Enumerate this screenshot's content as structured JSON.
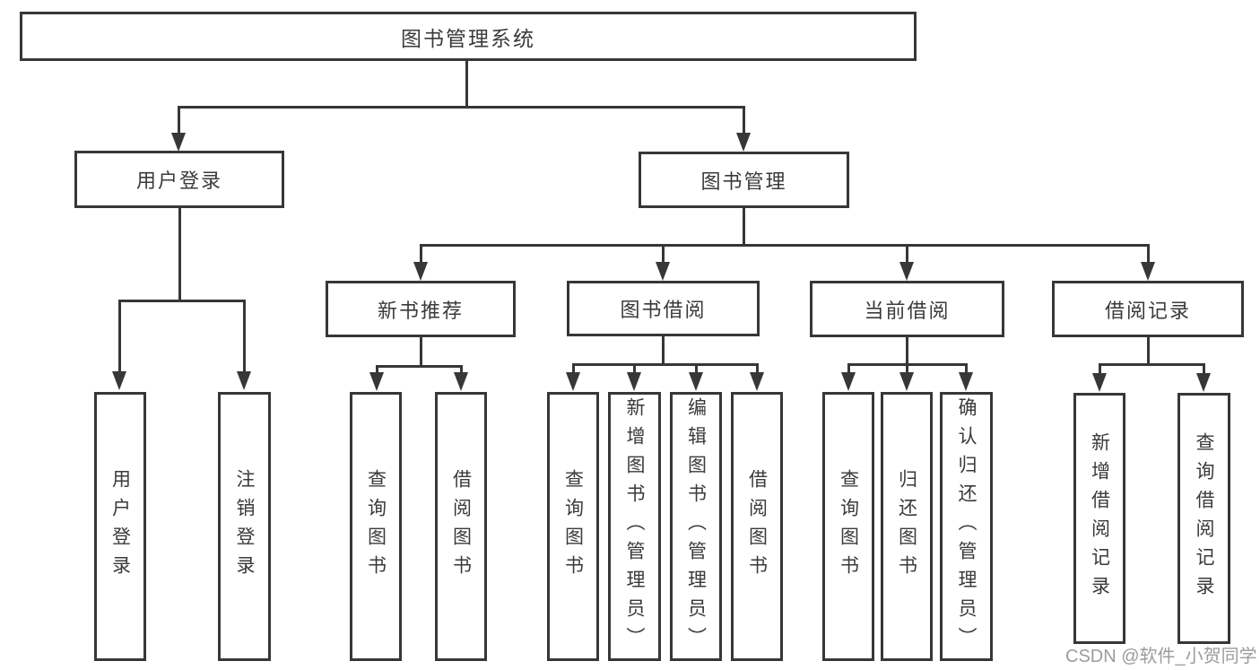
{
  "diagram": {
    "watermark": "CSDN @软件_小贺同学",
    "colors": {
      "line": "#373737",
      "text": "#3a3a3a",
      "watermark": "#9c9c9c",
      "background": "#ffffff"
    },
    "tree": {
      "label": "图书管理系统",
      "children": [
        {
          "label": "用户登录",
          "children": [
            {
              "label": "用户登录"
            },
            {
              "label": "注销登录"
            }
          ]
        },
        {
          "label": "图书管理",
          "children": [
            {
              "label": "新书推荐",
              "children": [
                {
                  "label": "查询图书"
                },
                {
                  "label": "借阅图书"
                }
              ]
            },
            {
              "label": "图书借阅",
              "children": [
                {
                  "label": "查询图书"
                },
                {
                  "label": "新增图书（管理员）"
                },
                {
                  "label": "编辑图书（管理员）"
                },
                {
                  "label": "借阅图书"
                }
              ]
            },
            {
              "label": "当前借阅",
              "children": [
                {
                  "label": "查询图书"
                },
                {
                  "label": "归还图书"
                },
                {
                  "label": "确认归还（管理员）"
                }
              ]
            },
            {
              "label": "借阅记录",
              "children": [
                {
                  "label": "新增借阅记录"
                },
                {
                  "label": "查询借阅记录"
                }
              ]
            }
          ]
        }
      ]
    }
  }
}
